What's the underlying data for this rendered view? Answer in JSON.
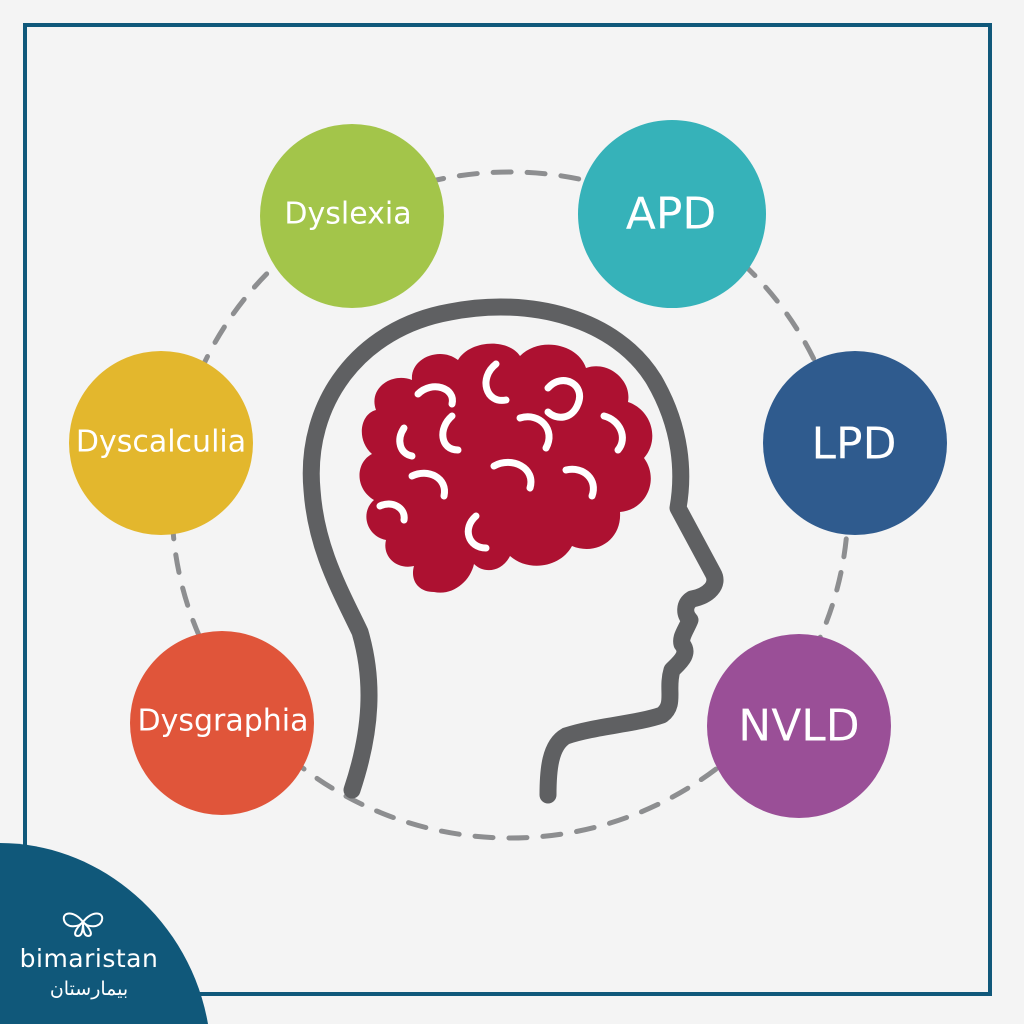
{
  "nodes": [
    {
      "label": "Dyslexia",
      "color": "#a3c54a"
    },
    {
      "label": "APD",
      "color": "#36b2b9"
    },
    {
      "label": "Dyscalculia",
      "color": "#e3b72d"
    },
    {
      "label": "LPD",
      "color": "#2f5b8e"
    },
    {
      "label": "Dysgraphia",
      "color": "#e0553a"
    },
    {
      "label": "NVLD",
      "color": "#9a4f97"
    }
  ],
  "center": {
    "icon": "head-with-brain-icon",
    "head_color": "#5f6062",
    "brain_color": "#ad1131"
  },
  "frame_color": "#10587a",
  "logo": {
    "icon": "butterfly-icon",
    "name": "bimaristan",
    "arabic": "بيمارستان",
    "color": "#10587a"
  }
}
